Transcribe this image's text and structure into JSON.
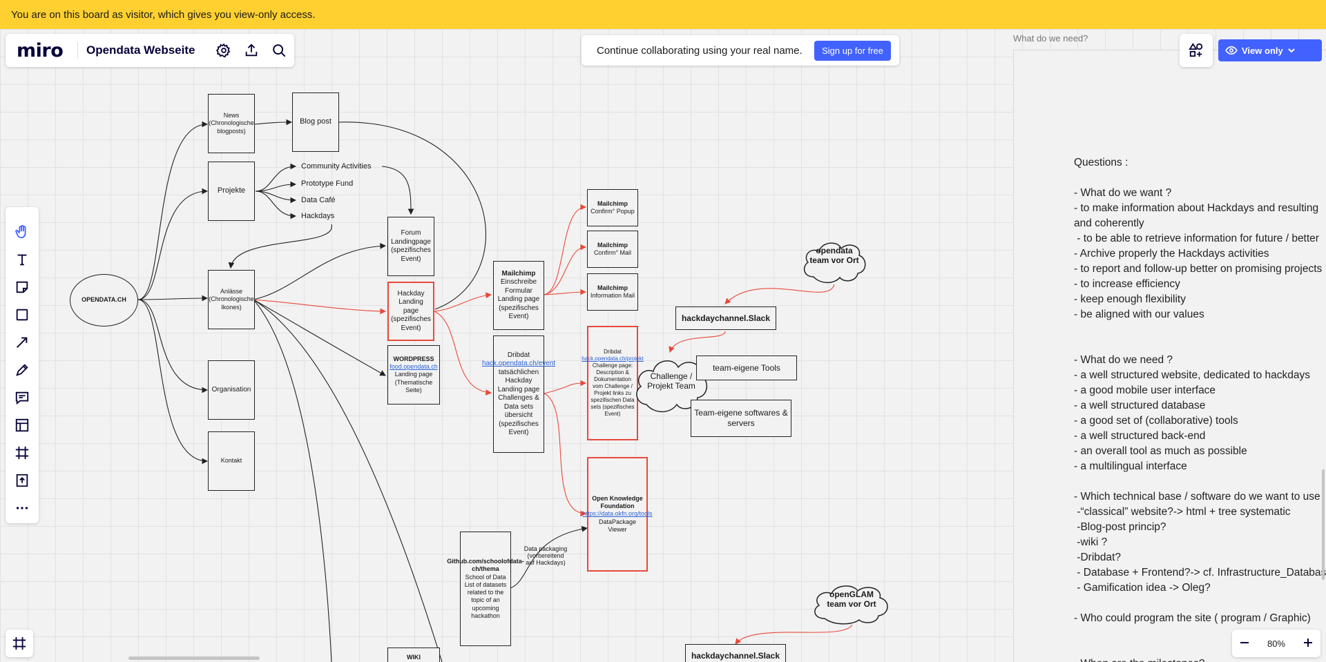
{
  "banner": {
    "text": "You are on this board as visitor, which gives you view-only access."
  },
  "topbar": {
    "logo": "miro",
    "board_title": "Opendata Webseite"
  },
  "collab": {
    "message": "Continue collaborating using your real name.",
    "signup_label": "Sign up for free"
  },
  "rightbar": {
    "view_only_label": "View only"
  },
  "zoom": {
    "level": "80%"
  },
  "colors": {
    "accent": "#4262ff",
    "banner": "#ffd02f",
    "highlight": "#e8493a"
  },
  "board": {
    "root": "OPENDATA.CH",
    "news": {
      "title": "News",
      "sub": "(Chronologische blogposts)"
    },
    "blogpost": "Blog post",
    "projekte": "Projekte",
    "projekte_items": [
      "Community Activities",
      "Prototype Fund",
      "Data Café",
      "Hackdays"
    ],
    "anlaesse": {
      "title": "Anlässe",
      "sub": "(Chronologische Ikones)"
    },
    "organisation": "Organisation",
    "kontakt": "Kontakt",
    "forum": "Forum Landingpage (spezifisches Event)",
    "hackday": "Hackday Landing page (spezifisches Event)",
    "wordpress": {
      "title": "WORDPRESS",
      "link": "food.opendata.ch",
      "sub": "Landing page (Thematische Seite)"
    },
    "mailchimp_main": {
      "title": "Mailchimp",
      "sub": "Einschreibe Formular Landing page (spezifisches Event)"
    },
    "mc1": {
      "title": "Mailchimp",
      "sub": "Confirm° Popup"
    },
    "mc2": {
      "title": "Mailchimp",
      "sub": "Confirm° Mail"
    },
    "mc3": {
      "title": "Mailchimp",
      "sub": "Information Mail"
    },
    "dribdat_main": {
      "title": "Dribdat",
      "link": "hack.opendata.ch/event",
      "sub": "tatsächlichen Hackday Landing page Challenges & Data sets übersicht (spezifisches Event)"
    },
    "dribdat_proj": {
      "title": "Dribdat",
      "link": "hack.opendata.ch/projekt",
      "sub": "Challenge page: Description & Dokumentation vom Challenge / Projekt links zu spezifischen Data sets (spezifisches Event)"
    },
    "okfn": {
      "title": "Open Knowledge Foundation",
      "link": "https://data.okfn.org/tools",
      "sub": "DataPackage Viewer"
    },
    "github": {
      "title": "Github.com/schoolofdata-ch/thema",
      "sub": "School of Data List of datasets related to the topic of an upcoming hackathon"
    },
    "datapackaging": "Data packaging (vorbereitend auf Hackdays)",
    "wiki": "WIKI",
    "cloud1": "opendata team vor Ort",
    "slack1": "hackdaychannel.Slack",
    "challenge_team": "Challenge / Projekt Team",
    "tools": "team-eigene Tools",
    "servers": "Team-eigene softwares & servers",
    "cloud2": "openGLAM team vor Ort",
    "slack2": "hackdaychannel.Slack"
  },
  "frame": {
    "title": "What do we need?",
    "lines": [
      "Questions :",
      "",
      "- What do we want ?",
      "- to make information about Hackdays and resulting",
      "and coherently",
      " - to be able to retrieve information for future / better",
      "- Archive properly the Hackdays activities",
      "- to report and follow-up better on promising projects",
      "- to increase efficiency",
      "- keep enough flexibility",
      "- be aligned with our values",
      "",
      "",
      "- What do we need ?",
      "- a well structured website, dedicated to hackdays",
      "- a good mobile user interface",
      "- a well structured database",
      "- a good set of (collaborative) tools",
      "- a well structured back-end",
      "- an overall tool as much as possible",
      "- a multilingual interface",
      "",
      "- Which technical base / software do we want to use",
      " -“classical” website?-> html + tree systematic",
      " -Blog-post princip?",
      " -wiki ?",
      " -Dribdat?",
      " - Database + Frontend?-> cf. Infrastructure_Database",
      " - Gamification idea -> Oleg?",
      "",
      "- Who could program the site ( program / Graphic)",
      "",
      "",
      "- When are the milestones?"
    ]
  }
}
